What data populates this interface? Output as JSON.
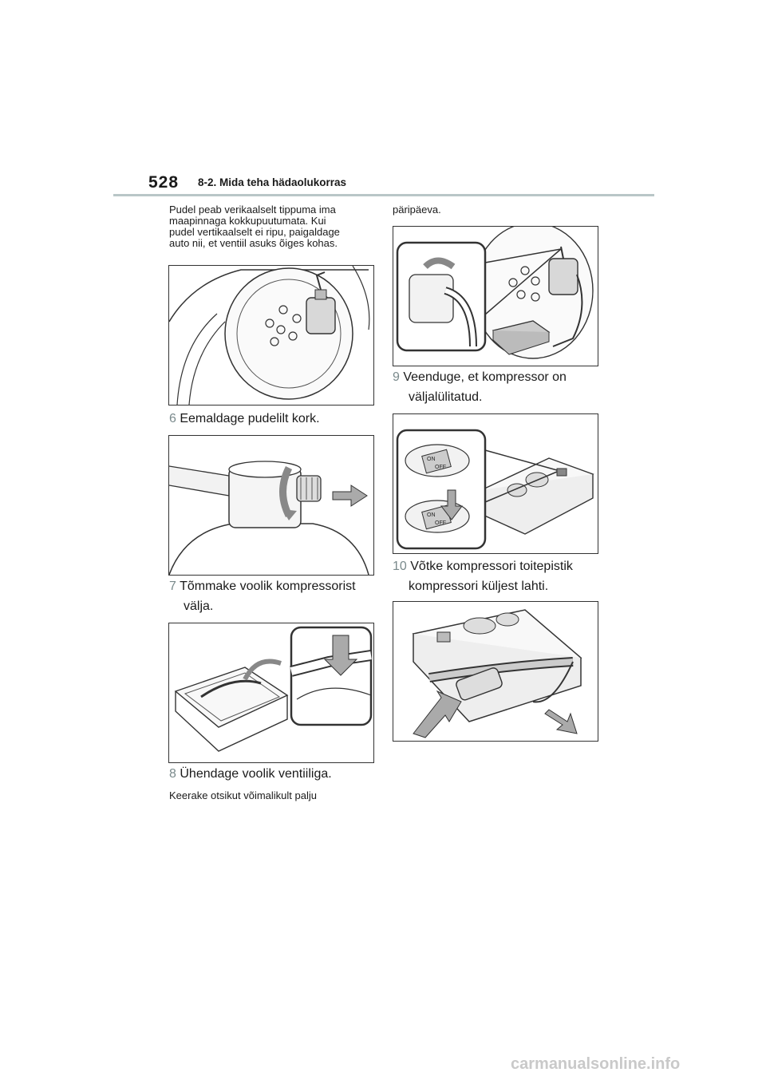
{
  "header": {
    "page_number": "528",
    "section_title": "8-2. Mida teha hädaolukorras"
  },
  "left_column": {
    "intro_lines": [
      "Pudel peab verikaalselt tippuma ima",
      "maapinnaga kokkupuutumata. Kui",
      "pudel vertikaalselt ei ripu, paigaldage",
      "auto nii, et ventiil asuks õiges kohas."
    ],
    "step6": {
      "number": "6",
      "text": "Eemaldage pudelilt kork."
    },
    "step7": {
      "number": "7",
      "lines": [
        "Tõmmake voolik kompressorist",
        "välja."
      ]
    },
    "step8": {
      "number": "8",
      "text": "Ühendage voolik ventiiliga."
    },
    "note": "Keerake otsikut võimalikult palju"
  },
  "right_column": {
    "continuation": "päripäeva.",
    "step9": {
      "number": "9",
      "lines": [
        "Veenduge, et kompressor on",
        "väljalülitatud."
      ]
    },
    "switch_labels": {
      "on": "ON",
      "off": "OFF"
    },
    "step10": {
      "number": "10",
      "lines": [
        "Võtke kompressori toitepistik",
        "kompressori küljest lahti."
      ]
    }
  },
  "footer": {
    "watermark": "carmanualsonline.info"
  }
}
